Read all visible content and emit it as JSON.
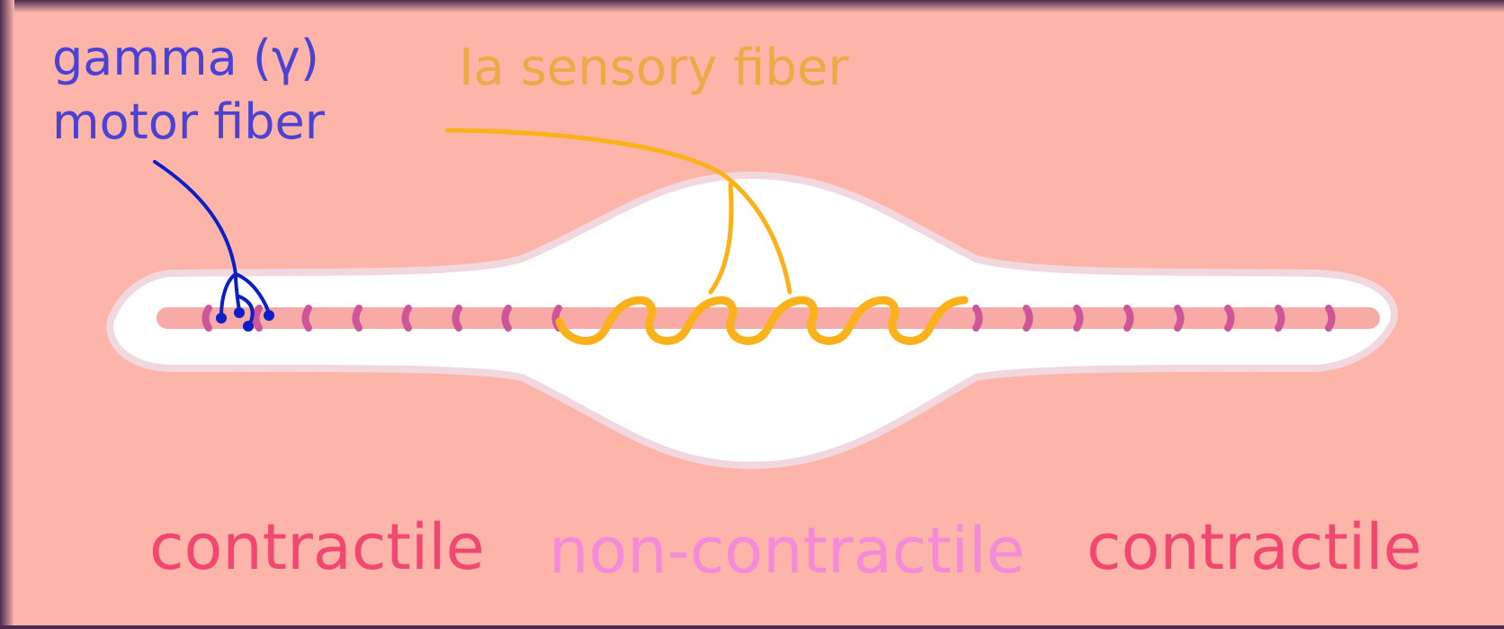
{
  "labels": {
    "gamma_line1": "gamma (γ)",
    "gamma_line2": "motor fiber",
    "ia_fiber": "Ia sensory fiber",
    "region_left": "contractile",
    "region_middle": "non-contractile",
    "region_right": "contractile"
  },
  "colors": {
    "background": "#fdb5aa",
    "frame_shadow": "#4a2a50",
    "spindle_fill": "#ffffff",
    "spindle_outline": "#f1d8de",
    "intrafusal_fiber": "#f8aaa6",
    "striation": "#cf559b",
    "gamma_fiber": "#0a1fc8",
    "gamma_text": "#4a42d4",
    "ia_fiber": "#fbb21a",
    "ia_text": "#ebaa43",
    "contractile_text": "#f2476f",
    "noncontractile_text": "#f58ad9"
  },
  "icons": {
    "neuromuscular_endings": "motor-end-plate-icon",
    "annulospiral_ending": "sensory-coil-icon"
  }
}
